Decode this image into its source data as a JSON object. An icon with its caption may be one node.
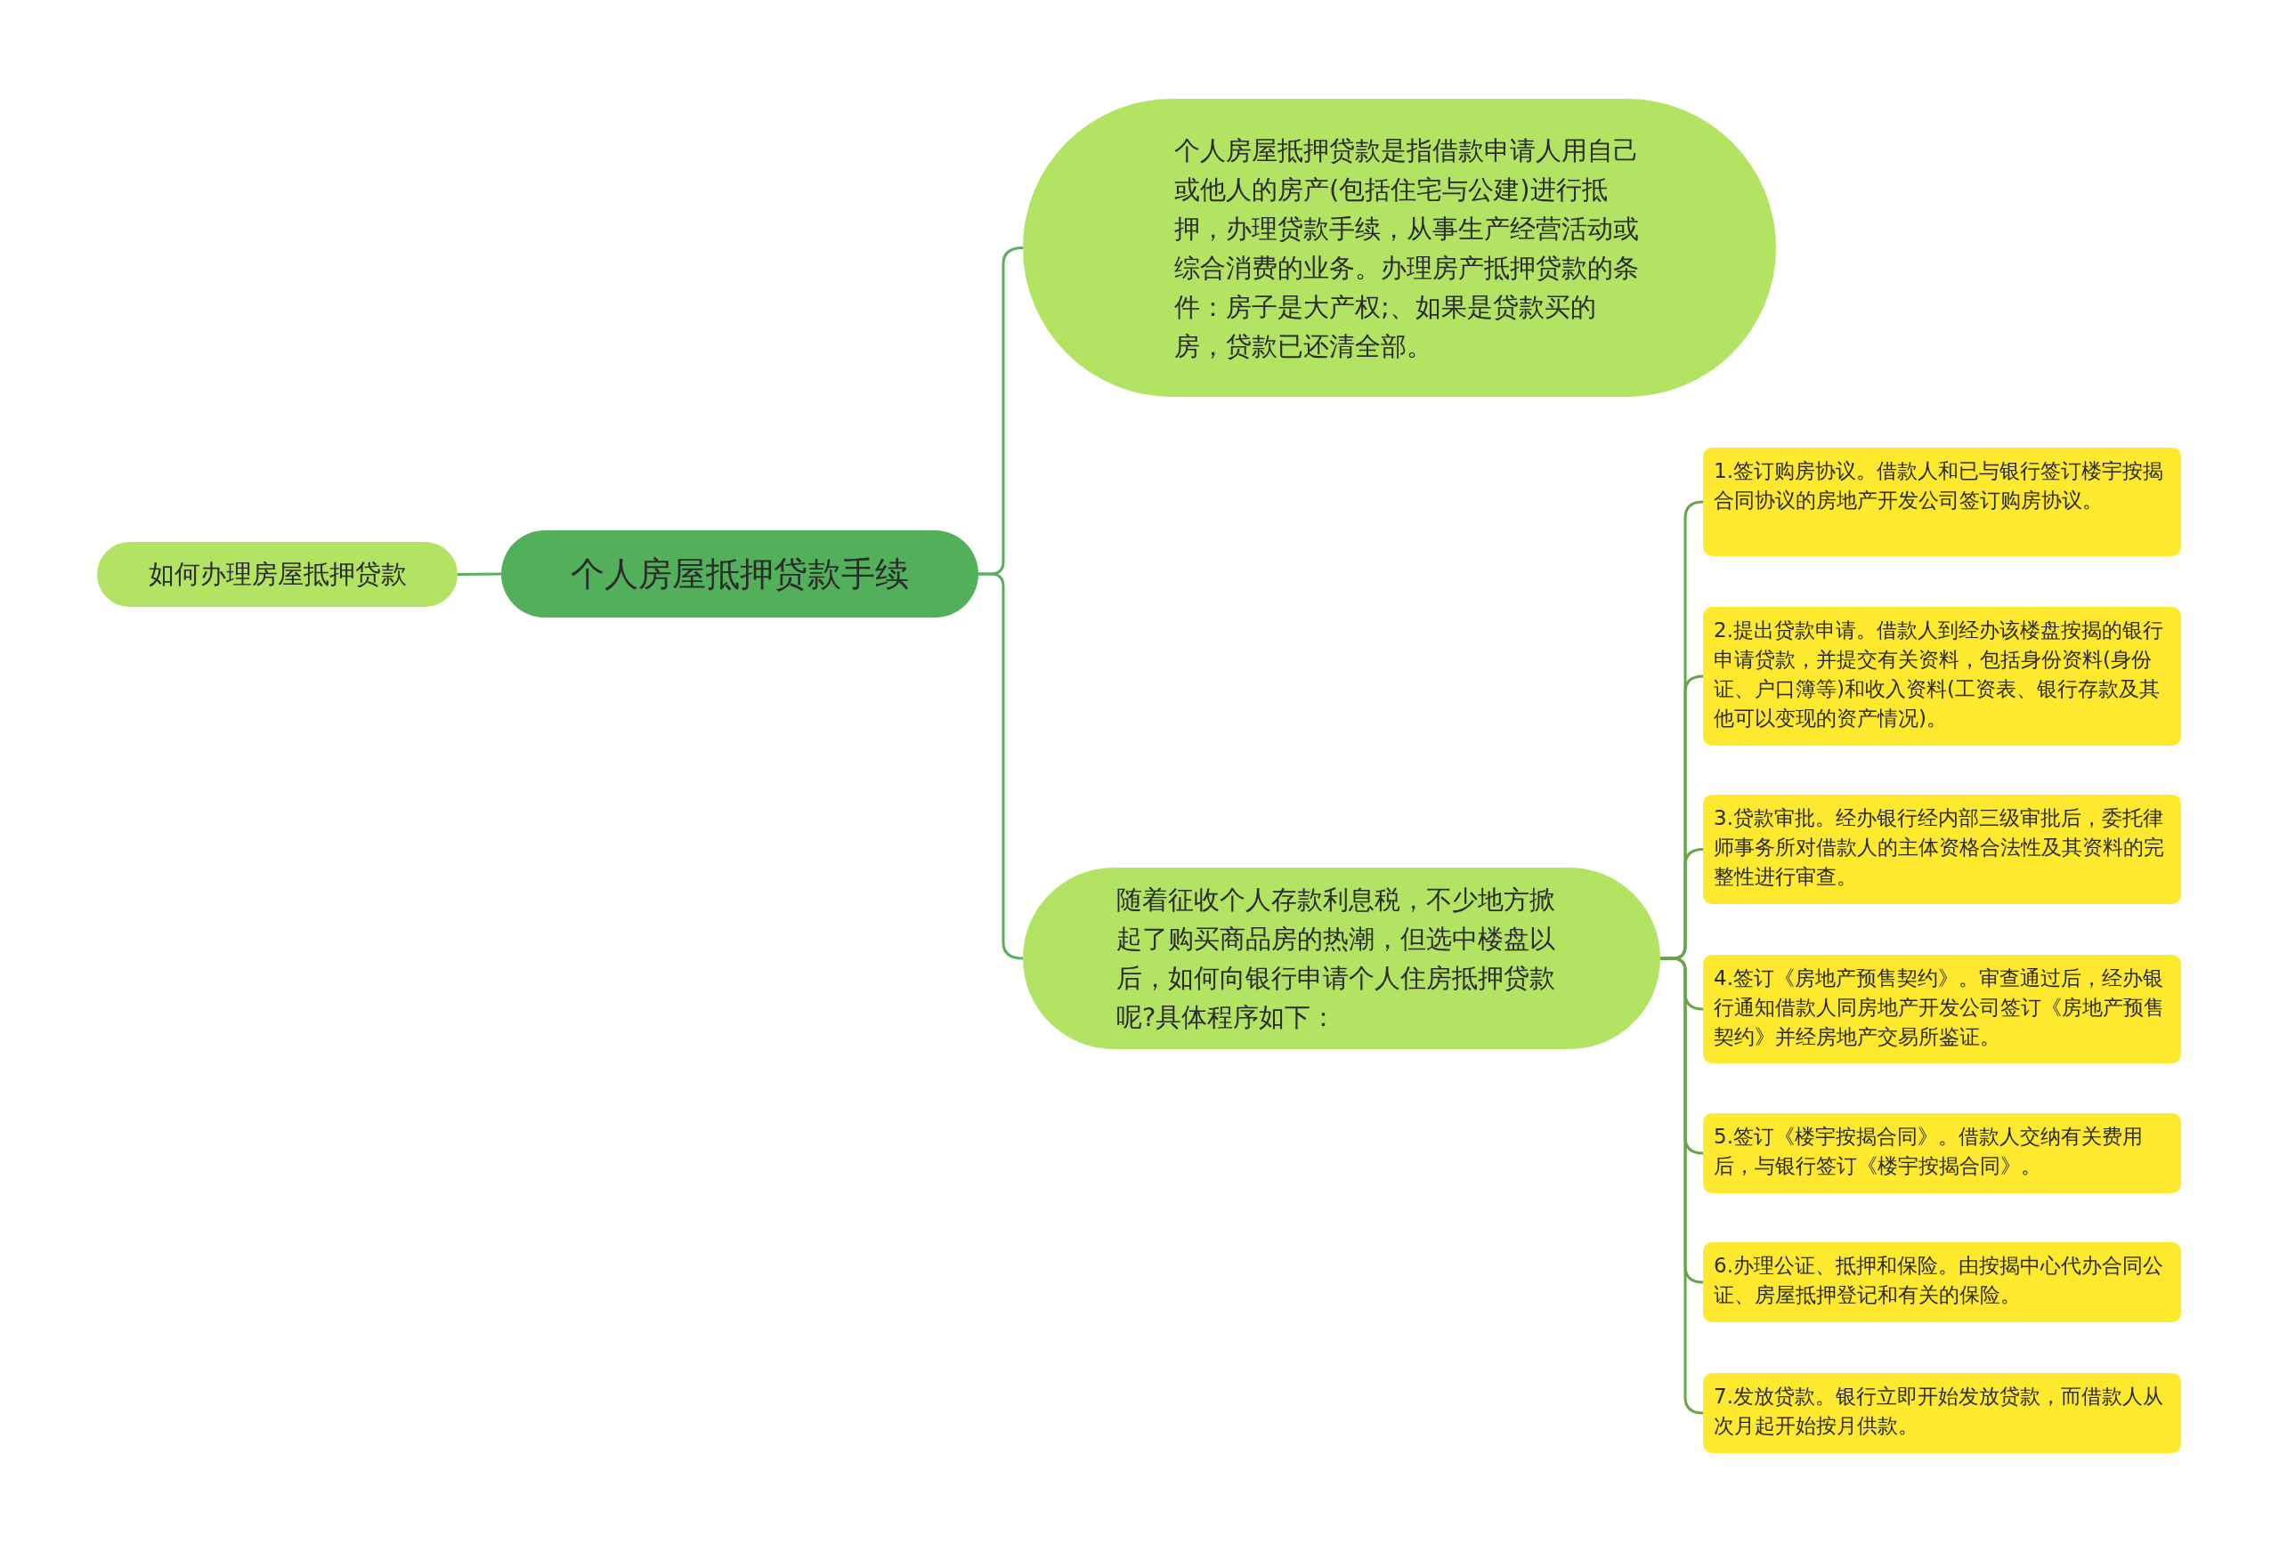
{
  "diagram": {
    "nodes": [
      {
        "text": [
          "个人房屋抵押贷款手续"
        ]
      },
      {
        "text": [
          "如何办理房屋抵押贷款"
        ]
      },
      {
        "text": [
          "个人房屋抵押贷款是指借款申请人用自己或他人的房产(包括住宅与公建)进行抵押，办理贷款手续，从事生产经营活动或综合消费的业务。办理房产抵押贷款的条件：房子是大产权;、如果是贷款买的房，贷款已还清全部。"
        ]
      },
      {
        "text": [
          "随着征收个人存款利息税，不少地方掀起了购买商品房的热潮，但选中楼盘以后，如何向银行申请个人住房抵押贷款呢?具体程序如下："
        ]
      },
      {
        "text": [
          "1.签订购房协议。借款人和已与银行签订楼宇按揭合同协议的房地产开发公司签订购房协议。"
        ]
      },
      {
        "text": [
          "2.提出贷款申请。借款人到经办该楼盘按揭的银行申请贷款，并提交有关资料，包括身份资料(身份证、户口簿等)和收入资料(工资表、银行存款及其他可以变现的资产情况)。"
        ]
      },
      {
        "text": [
          "3.贷款审批。经办银行经内部三级审批后，委托律师事务所对借款人的主体资格合法性及其资料的完整性进行审查。"
        ]
      },
      {
        "text": [
          "4.签订《房地产预售契约》。审查通过后，经办银行通知借款人同房地产开发公司签订《房地产预售契约》并经房地产交易所鉴证。"
        ]
      },
      {
        "text": [
          "5.签订《楼宇按揭合同》。借款人交纳有关费用后，与银行签订《楼宇按揭合同》。"
        ]
      },
      {
        "text": [
          "6.办理公证、抵押和保险。由按揭中心代办合同公证、房屋抵押登记和有关的保险。"
        ]
      },
      {
        "text": [
          "7.发放贷款。银行立即开始发放贷款，而借款人从次月起开始按月供款。"
        ]
      }
    ],
    "edges": [
      {
        "from": 0,
        "to": 1,
        "arrow": "none"
      },
      {
        "from": 0,
        "to": 2,
        "arrow": "none"
      },
      {
        "from": 0,
        "to": 3,
        "arrow": "none"
      },
      {
        "from": 3,
        "to": 4,
        "arrow": "none"
      },
      {
        "from": 3,
        "to": 5,
        "arrow": "none"
      },
      {
        "from": 3,
        "to": 6,
        "arrow": "none"
      },
      {
        "from": 3,
        "to": 7,
        "arrow": "none"
      },
      {
        "from": 3,
        "to": 8,
        "arrow": "none"
      },
      {
        "from": 3,
        "to": 9,
        "arrow": "none"
      },
      {
        "from": 3,
        "to": 10,
        "arrow": "none"
      }
    ]
  }
}
